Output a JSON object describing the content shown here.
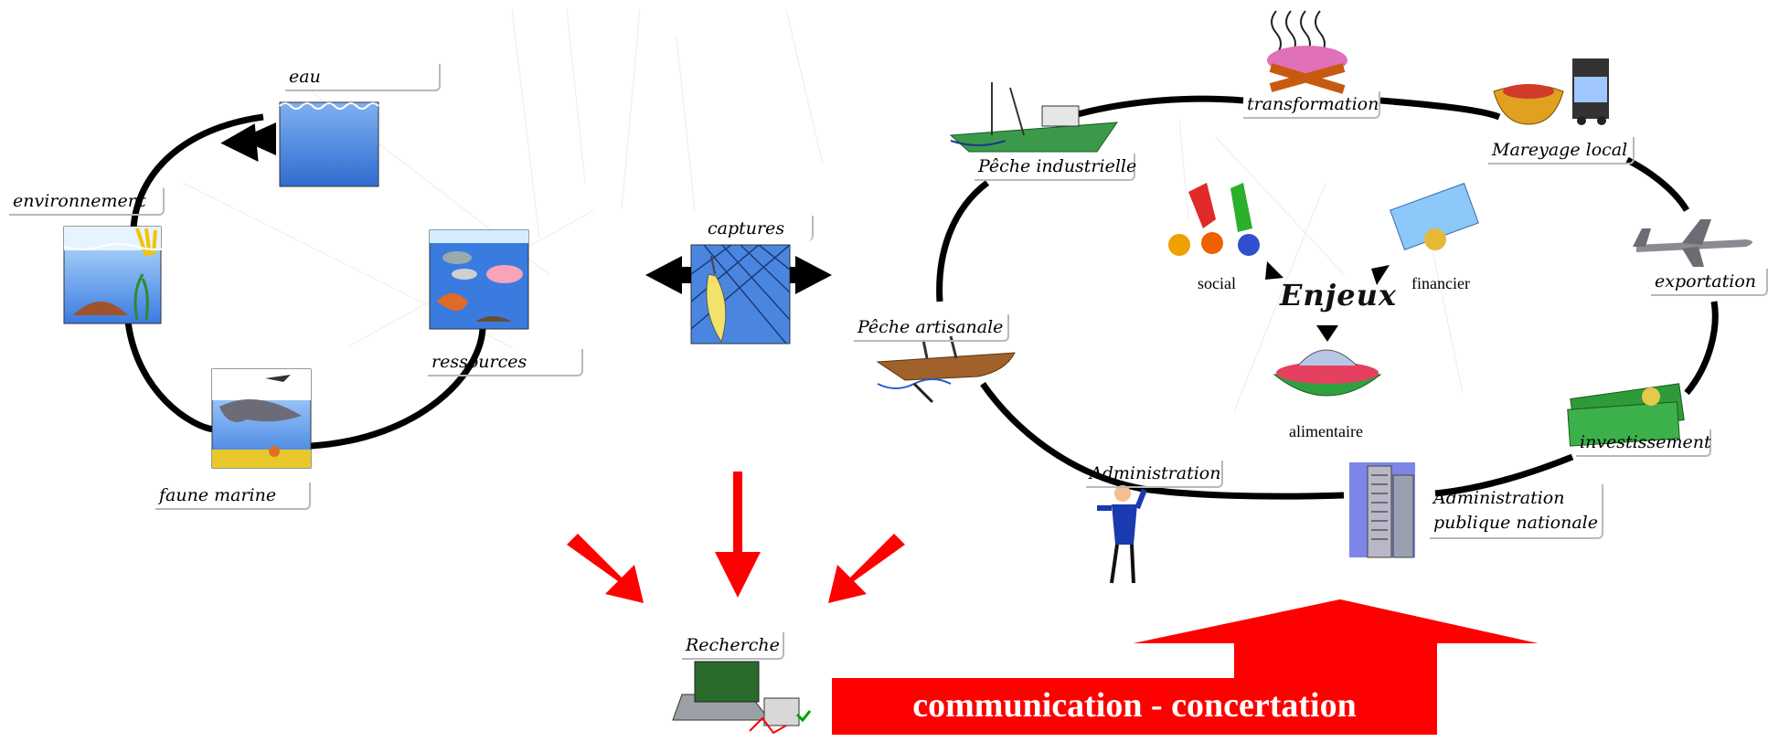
{
  "left_cycle": {
    "eau": "eau",
    "environnement": "environnement",
    "ressources": "ressources",
    "faune_marine": "faune marine"
  },
  "captures": "captures",
  "right_cycle": {
    "transformation": "transformation",
    "peche_industrielle": "Pêche industrielle",
    "mareyage_local": "Mareyage local",
    "exportation": "exportation",
    "peche_artisanale": "Pêche artisanale",
    "investissement": "investissement",
    "administration": "Administration",
    "administration_publique": [
      "Administration",
      "publique nationale"
    ]
  },
  "enjeux": {
    "title": "Enjeux",
    "social": "social",
    "financier": "financier",
    "alimentaire": "alimentaire"
  },
  "recherche": "Recherche",
  "banner": "communication - concertation",
  "colors": {
    "arrow_red": "#ff0000",
    "cycle": "#000000",
    "water_blue": "#3b78d8"
  }
}
